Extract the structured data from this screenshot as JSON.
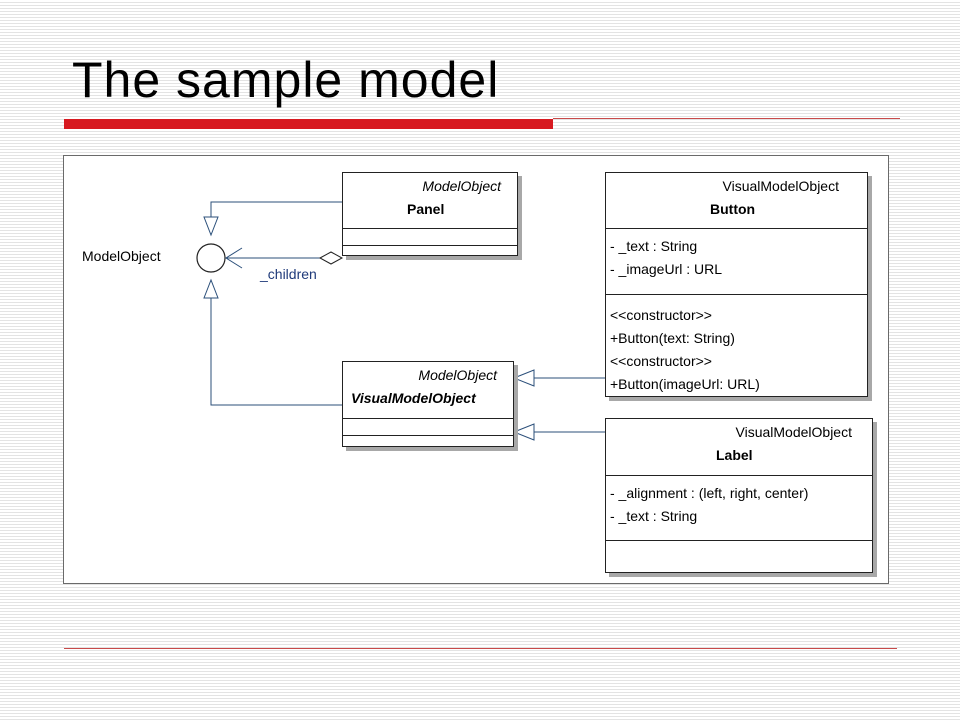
{
  "slide": {
    "title": "The sample model",
    "colors": {
      "accent_red": "#d71920",
      "rule_red": "#c84a4a",
      "link_blue": "#1f3a7a"
    }
  },
  "diagram": {
    "interface_label": "ModelObject",
    "association_label": "_children",
    "classes": {
      "panel": {
        "stereotype": "ModelObject",
        "name": "Panel"
      },
      "visual_model_object": {
        "stereotype": "ModelObject",
        "name": "VisualModelObject"
      },
      "button": {
        "stereotype": "VisualModelObject",
        "name": "Button",
        "attributes": [
          "- _text : String",
          "- _imageUrl : URL"
        ],
        "operations": [
          "<<constructor>>",
          "+Button(text: String)",
          "<<constructor>>",
          "+Button(imageUrl: URL)"
        ]
      },
      "label": {
        "stereotype": "VisualModelObject",
        "name": "Label",
        "attributes": [
          "- _alignment : (left, right, center)",
          "- _text : String"
        ]
      }
    }
  }
}
